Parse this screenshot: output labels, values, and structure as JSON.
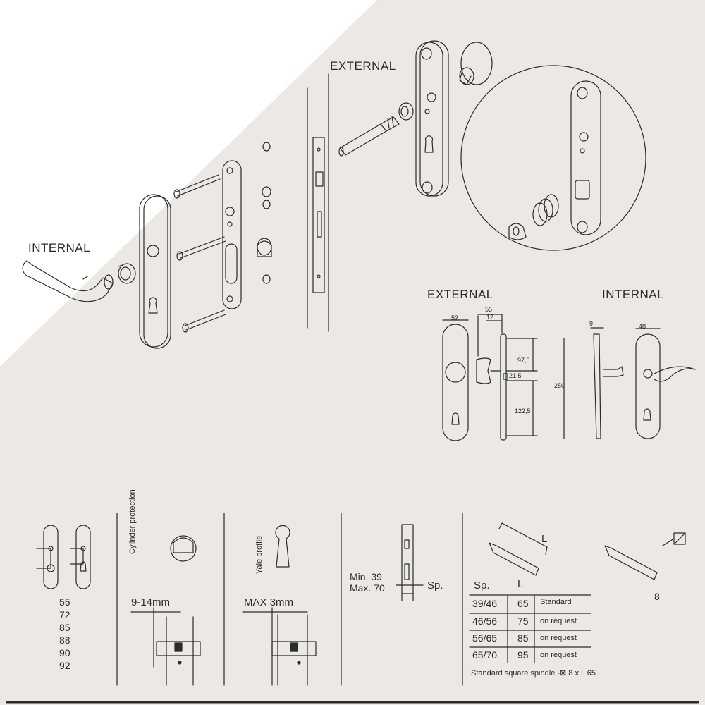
{
  "colors": {
    "background": "#ece9e4",
    "corner": "#ffffff",
    "line": "#2b2b2b"
  },
  "exploded_view": {
    "internal_label": "INTERNAL",
    "external_label": "EXTERNAL"
  },
  "dimension_drawing": {
    "external_label": "EXTERNAL",
    "internal_label": "INTERNAL",
    "dims": {
      "plate_width_ext": "52",
      "knob_projection": "55",
      "plate_depth": "12",
      "spacing_top": "97,5",
      "rose_offset": "21,5",
      "spacing_bottom": "122,5",
      "height": "250",
      "plate_thickness": "9",
      "plate_width_int": "48"
    }
  },
  "backset_panel": {
    "values": [
      "55",
      "72",
      "85",
      "88",
      "90",
      "92"
    ]
  },
  "cylinder_panel": {
    "rotated_label": "Cylinder protection",
    "range_label": "9-14mm"
  },
  "yale_panel": {
    "rotated_label": "Yale profile",
    "max_label": "MAX 3mm"
  },
  "door_panel": {
    "min_label": "Min. 39",
    "max_label": "Max. 70",
    "sp_label": "Sp."
  },
  "spindle_panel": {
    "l_label": "L",
    "square_size": "8",
    "table": {
      "headers": [
        "Sp.",
        "L"
      ],
      "rows": [
        {
          "sp": "39/46",
          "l": "65",
          "note": "Standard"
        },
        {
          "sp": "46/56",
          "l": "75",
          "note": "on request"
        },
        {
          "sp": "56/65",
          "l": "85",
          "note": "on request"
        },
        {
          "sp": "65/70",
          "l": "95",
          "note": "on request"
        }
      ]
    },
    "footer_label": "Standard square spindle",
    "footer_symbol": "-⊠",
    "footer_value": "8 x L 65"
  }
}
